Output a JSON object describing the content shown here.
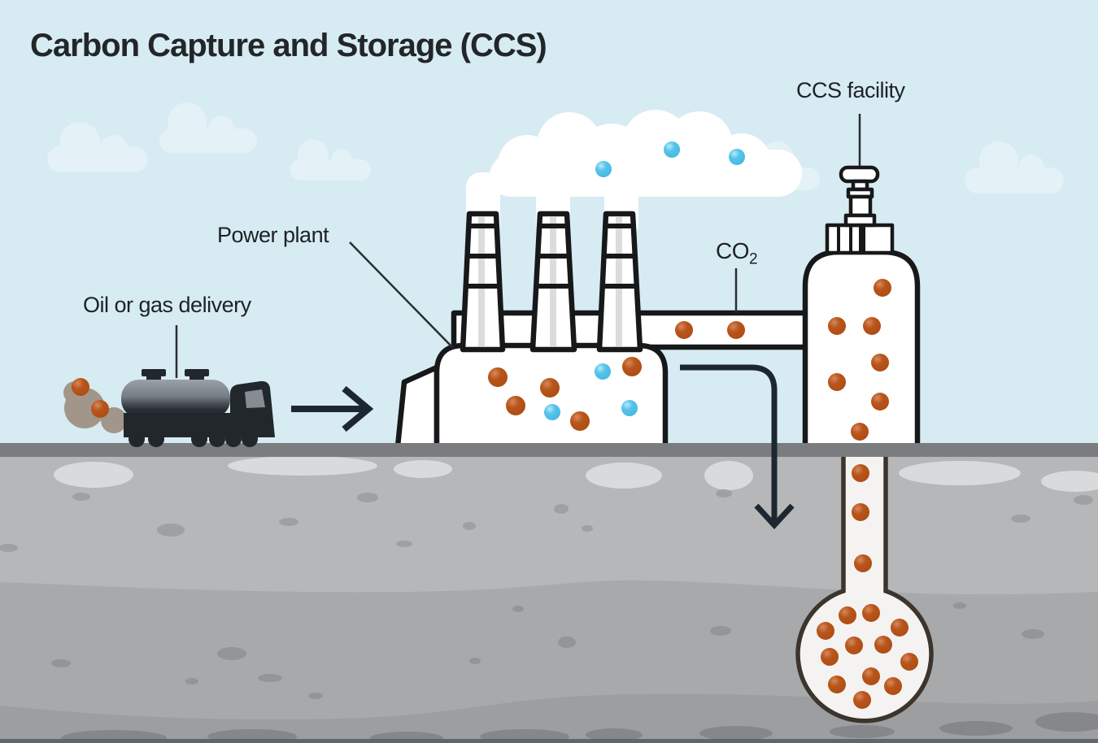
{
  "title": "Carbon Capture and Storage (CCS)",
  "labels": {
    "ccs_facility": "CCS facility",
    "power_plant": "Power plant",
    "oil_or_gas_delivery": "Oil or gas delivery",
    "co2_base": "CO",
    "co2_subscript": "2"
  },
  "colors": {
    "sky": "#d7ebf2",
    "background_cloud": "#e4f1f7",
    "steam": "#ffffff",
    "outline": "#17181a",
    "co2_orange": "#b9551b",
    "co2_blue": "#56c3ea",
    "arrow": "#1c2731",
    "road": "#7a7c7f",
    "soil_layer_1": "#b5b7b9",
    "soil_layer_2": "#a7a9ab",
    "soil_layer_3": "#9c9ea0",
    "well_outline": "#3c342d",
    "well_fill": "#f4f3f1",
    "truck_body": "#22272c",
    "label_text": "#1d2226"
  },
  "particles": {
    "orange": {
      "exhaust": [
        [
          99,
          476,
          11
        ],
        [
          123,
          503,
          11
        ]
      ],
      "plant": [
        [
          612,
          464,
          12
        ],
        [
          676,
          477,
          12
        ],
        [
          634,
          499,
          12
        ],
        [
          713,
          518,
          12
        ],
        [
          777,
          451,
          12
        ]
      ],
      "pipe": [
        [
          841,
          406,
          11
        ],
        [
          905,
          406,
          11
        ]
      ],
      "tank": [
        [
          1085,
          354,
          11
        ],
        [
          1029,
          401,
          11
        ],
        [
          1072,
          401,
          11
        ],
        [
          1082,
          446,
          11
        ],
        [
          1029,
          470,
          11
        ],
        [
          1082,
          494,
          11
        ],
        [
          1057,
          531,
          11
        ]
      ],
      "shaft": [
        [
          1058,
          582,
          11
        ],
        [
          1058,
          630,
          11
        ],
        [
          1061,
          693,
          11
        ]
      ],
      "reservoir": [
        [
          1042,
          757,
          11
        ],
        [
          1071,
          754,
          11
        ],
        [
          1015,
          776,
          11
        ],
        [
          1106,
          772,
          11
        ],
        [
          1050,
          794,
          11
        ],
        [
          1086,
          793,
          11
        ],
        [
          1020,
          808,
          11
        ],
        [
          1118,
          814,
          11
        ],
        [
          1071,
          832,
          11
        ],
        [
          1029,
          842,
          11
        ],
        [
          1098,
          844,
          11
        ],
        [
          1060,
          861,
          11
        ]
      ]
    },
    "blue": {
      "steam": [
        [
          742,
          208,
          10
        ],
        [
          826,
          184,
          10
        ],
        [
          906,
          193,
          10
        ]
      ],
      "plant": [
        [
          741,
          457,
          10
        ],
        [
          679,
          507,
          10
        ],
        [
          774,
          502,
          10
        ]
      ]
    }
  }
}
